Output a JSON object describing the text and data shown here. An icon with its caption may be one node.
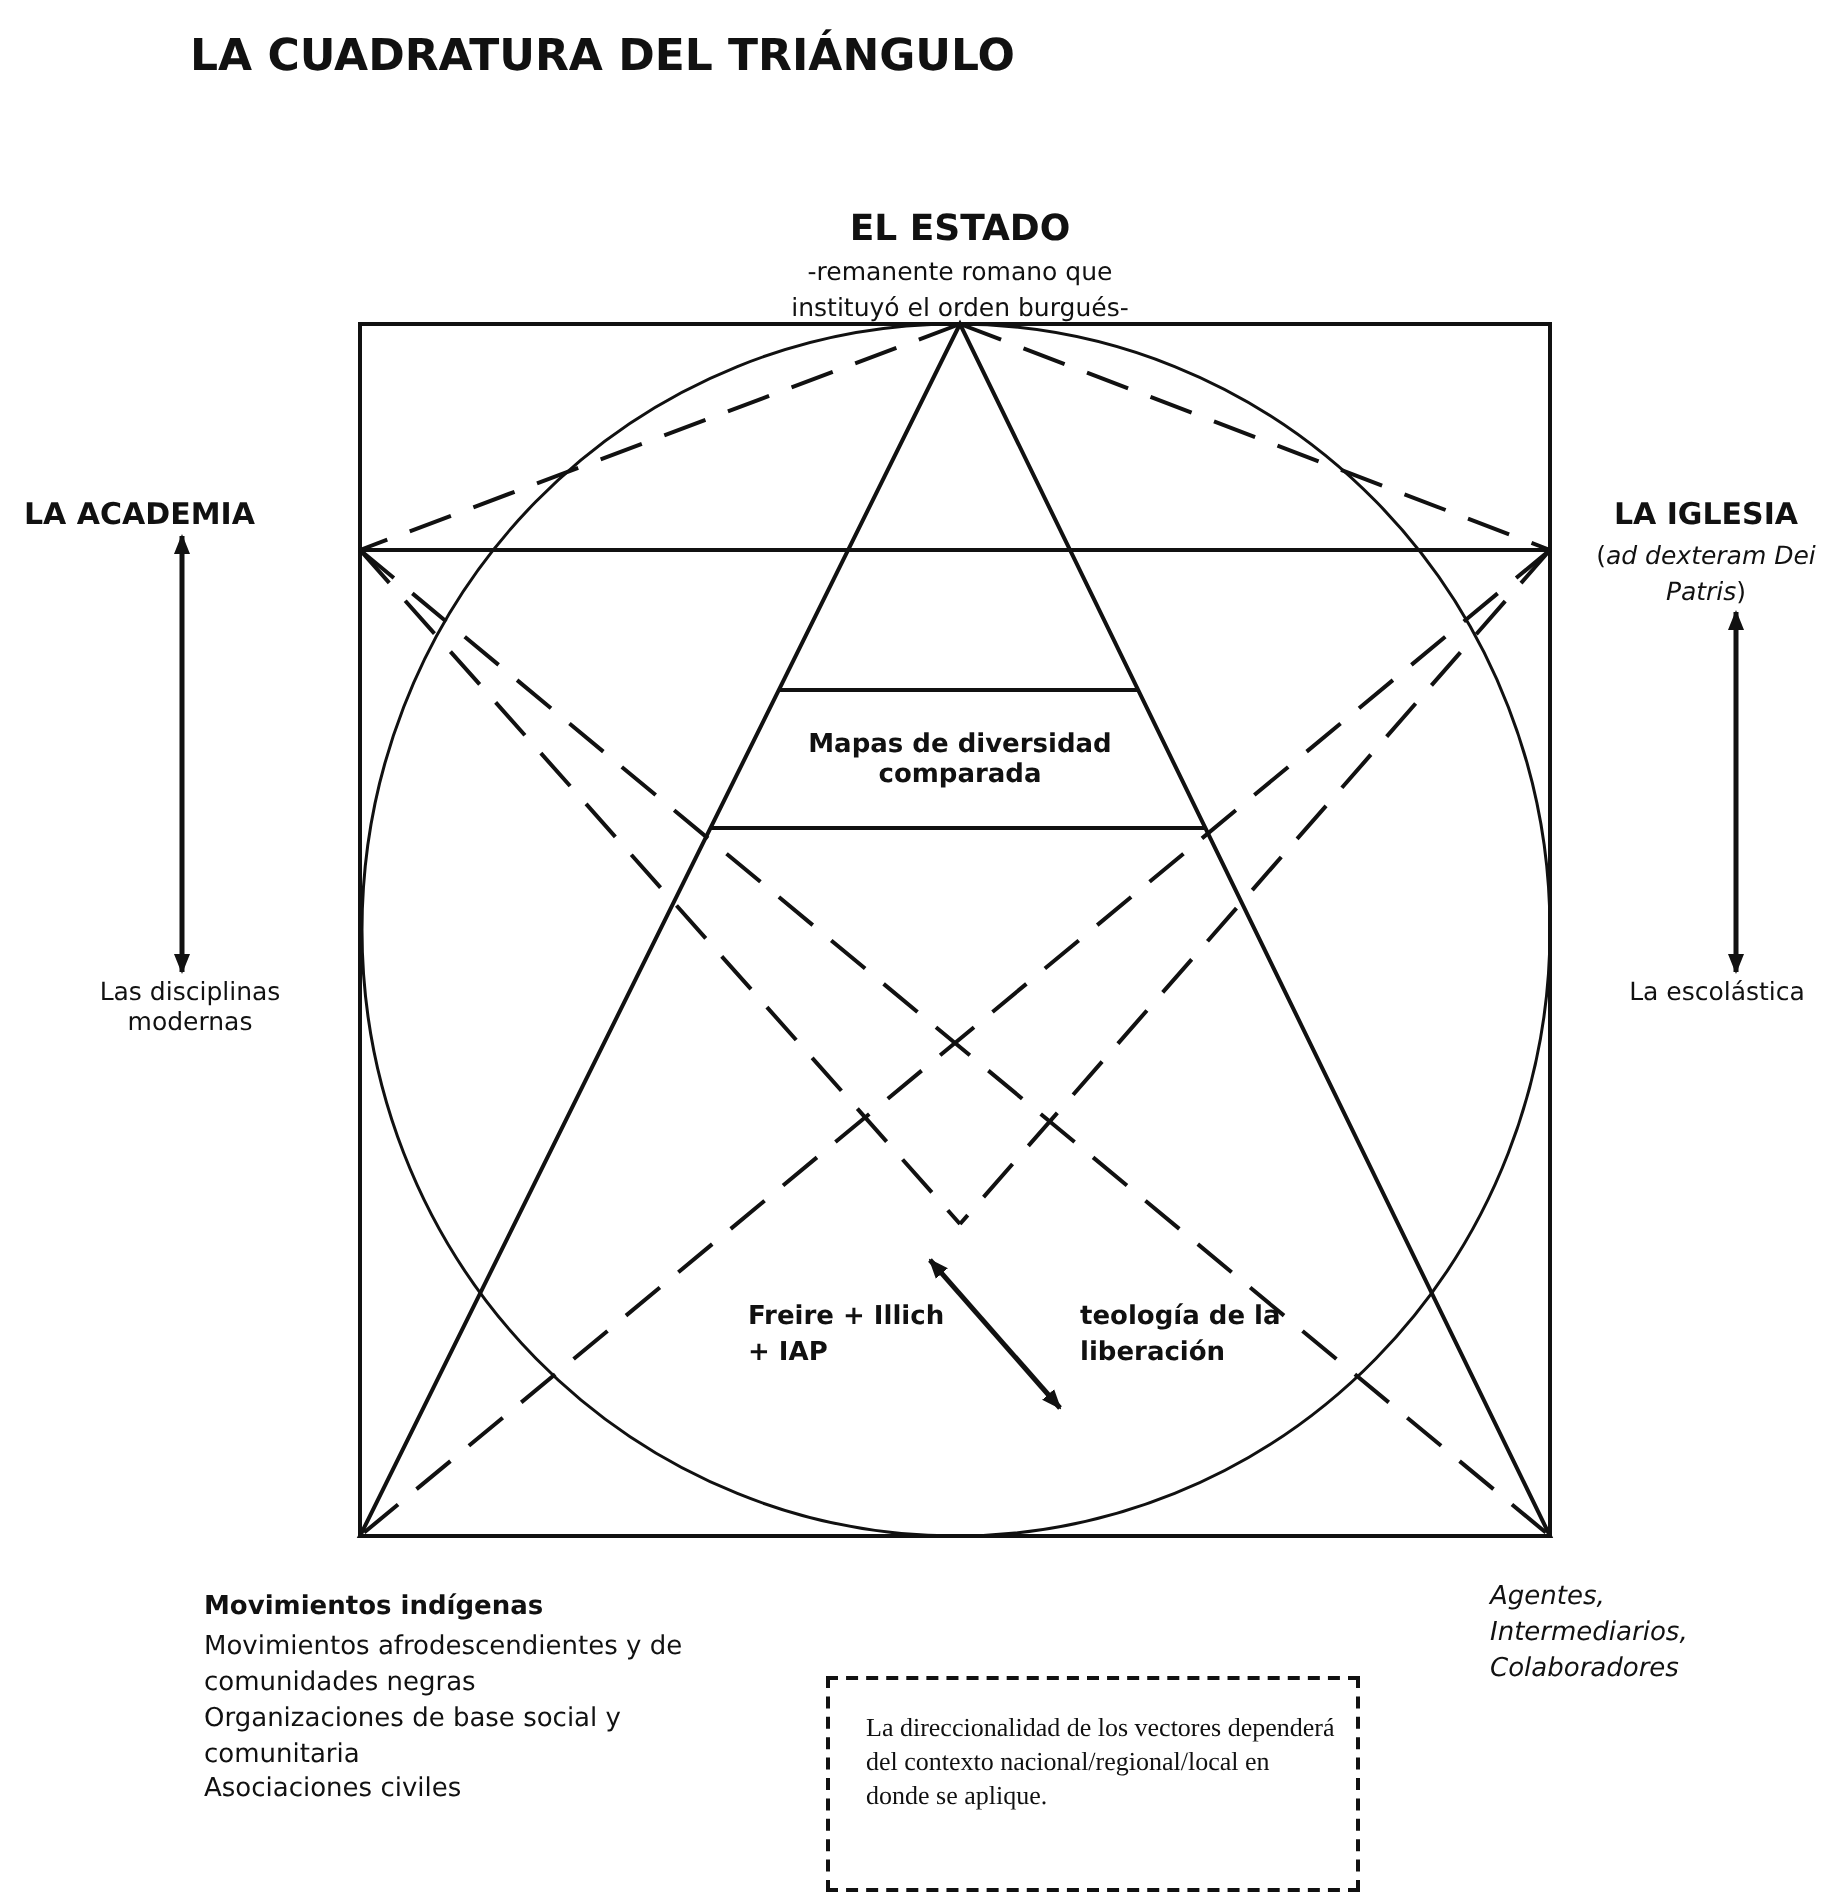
{
  "diagram": {
    "title": "LA CUADRATURA DEL TRIÁNGULO",
    "nodes": [
      {
        "text": [
          "LA ACADEMIA"
        ]
      },
      {
        "text": [
          "Las disciplinas modernas"
        ]
      },
      {
        "text": [
          "LA IGLESIA",
          "(*ad dexteram Dei Patris*)"
        ]
      },
      {
        "text": [
          "La escolástica"
        ]
      },
      {
        "text": [
          "Mapas de diversidad comparada"
        ]
      },
      {
        "text": [
          "La direccionalidad de los vectores dependerá del contexto nacional/regional/local en donde se aplique."
        ]
      }
    ],
    "edges": [
      {
        "from": 0,
        "to": 1,
        "arrow": "both"
      },
      {
        "from": 2,
        "to": 3,
        "arrow": "both"
      }
    ],
    "labels": [
      "EL ESTADO",
      "-remanente romano que instituyó el orden burgués-",
      "Freire + Illich + IAP",
      "teología de la liberación",
      "Movimientos indígenas",
      "Movimientos afrodescendientes y de comunidades negras",
      "Organizaciones de base social y comunitaria",
      "Asociaciones civiles",
      "Agentes, Intermediarios, Colaboradores"
    ]
  }
}
